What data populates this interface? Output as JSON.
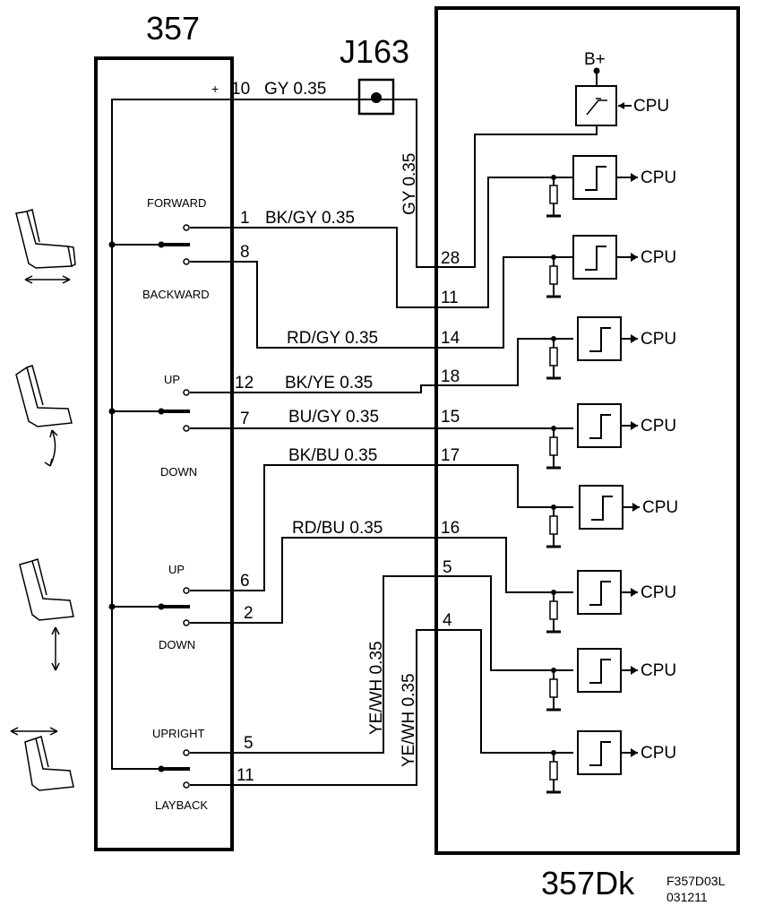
{
  "components": {
    "switch_unit": "357",
    "connector": "J163",
    "control_module": "357Dk"
  },
  "figure_code": {
    "line1": "F357D03L",
    "line2": "031211"
  },
  "supply_label": "B+",
  "plus_sign": "+",
  "cpu_label": "CPU",
  "switch_labels": {
    "forward": "FORWARD",
    "backward": "BACKWARD",
    "up1": "UP",
    "down1": "DOWN",
    "up2": "UP",
    "down2": "DOWN",
    "upright": "UPRIGHT",
    "layback": "LAYBACK"
  },
  "wires": {
    "w10": {
      "pin": "10",
      "label": "GY 0.35"
    },
    "j163_gy": "GY 0.35",
    "w1": {
      "pin": "1",
      "label": "BK/GY 0.35"
    },
    "w8": {
      "pin": "8",
      "label": "RD/GY 0.35"
    },
    "w12": {
      "pin": "12",
      "label": "BK/YE 0.35"
    },
    "w7": {
      "pin": "7",
      "label": "BU/GY 0.35"
    },
    "w6": {
      "pin": "6",
      "label": "BK/BU 0.35"
    },
    "w2": {
      "pin": "2",
      "label": "RD/BU 0.35"
    },
    "w5": {
      "pin": "5",
      "label": "YE/WH 0.35"
    },
    "w11": {
      "pin": "11",
      "label": "YE/WH 0.35"
    }
  },
  "module_pins": [
    "28",
    "11",
    "14",
    "18",
    "15",
    "17",
    "16",
    "5",
    "4"
  ]
}
